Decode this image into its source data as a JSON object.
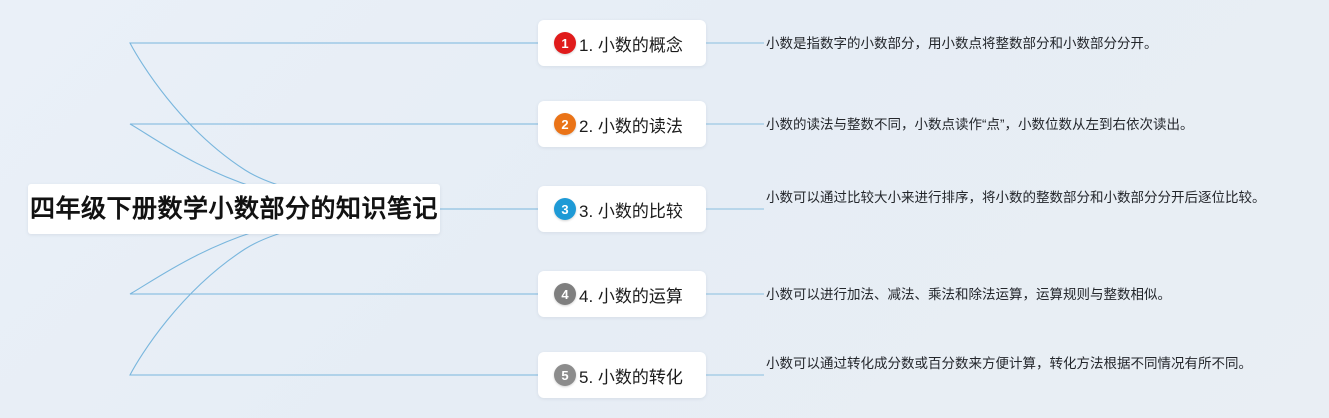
{
  "canvas": {
    "background_color": "#e9f0f7",
    "edge_color": "#79b6dd"
  },
  "root": {
    "title": "四年级下册数学小数部分的知识笔记"
  },
  "branches": [
    {
      "number": "1",
      "badge_color": "#e01b1b",
      "label": "1. 小数的概念",
      "description": "小数是指数字的小数部分，用小数点将整数部分和小数部分分开。"
    },
    {
      "number": "2",
      "badge_color": "#ea7317",
      "label": "2. 小数的读法",
      "description": "小数的读法与整数不同，小数点读作“点”，小数位数从左到右依次读出。"
    },
    {
      "number": "3",
      "badge_color": "#1e9ad6",
      "label": "3. 小数的比较",
      "description": "小数可以通过比较大小来进行排序，将小数的整数部分和小数部分分开后逐位比较。"
    },
    {
      "number": "4",
      "badge_color": "#7f7f7f",
      "label": "4. 小数的运算",
      "description": "小数可以进行加法、减法、乘法和除法运算，运算规则与整数相似。"
    },
    {
      "number": "5",
      "badge_color": "#8c8c8c",
      "label": "5. 小数的转化",
      "description": "小数可以通过转化成分数或百分数来方便计算，转化方法根据不同情况有所不同。"
    }
  ]
}
